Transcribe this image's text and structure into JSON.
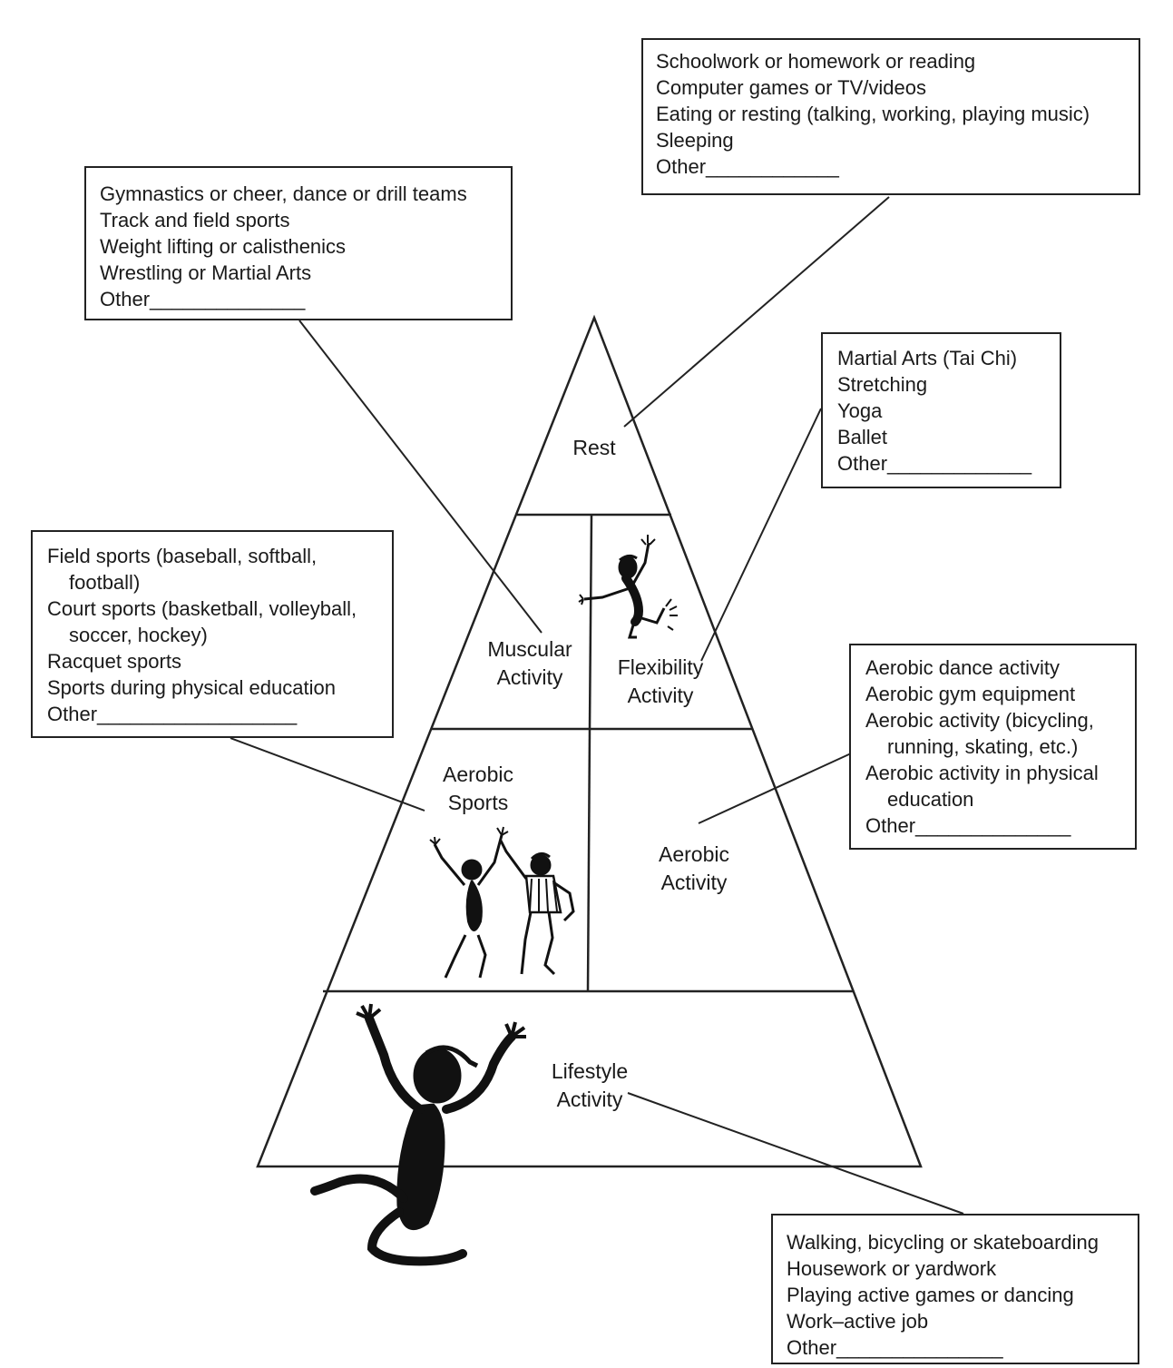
{
  "pyramid": {
    "rest": [
      "Rest"
    ],
    "muscular": [
      "Muscular",
      "Activity"
    ],
    "flexibility": [
      "Flexibility",
      "Activity"
    ],
    "aerobic_sports": [
      "Aerobic",
      "Sports"
    ],
    "aerobic_activity": [
      "Aerobic",
      "Activity"
    ],
    "lifestyle": [
      "Lifestyle",
      "Activity"
    ]
  },
  "boxes": {
    "rest": [
      "Schoolwork or homework or reading",
      "Computer games or TV/videos",
      "Eating or resting (talking, working, playing music)",
      "Sleeping",
      "Other____________"
    ],
    "muscular": [
      "Gymnastics or cheer, dance or drill teams",
      "Track and field sports",
      "Weight lifting or calisthenics",
      "Wrestling or Martial Arts",
      "Other______________"
    ],
    "flexibility": [
      "Martial Arts (Tai Chi)",
      "Stretching",
      "Yoga",
      "Ballet",
      "Other_____________"
    ],
    "aerobic_sports": [
      "Field sports (baseball, softball,",
      "football)",
      "Court sports (basketball, volleyball,",
      "soccer, hockey)",
      "Racquet sports",
      "Sports during physical education",
      "Other__________________"
    ],
    "aerobic_activity": [
      "Aerobic dance activity",
      "Aerobic gym equipment",
      "Aerobic activity (bicycling,",
      "running, skating, etc.)",
      "Aerobic activity in physical",
      "education",
      "Other______________"
    ],
    "lifestyle": [
      "Walking, bicycling or skateboarding",
      "Housework or yardwork",
      "Playing active games or dancing",
      "Work–active job",
      "Other_______________"
    ]
  }
}
